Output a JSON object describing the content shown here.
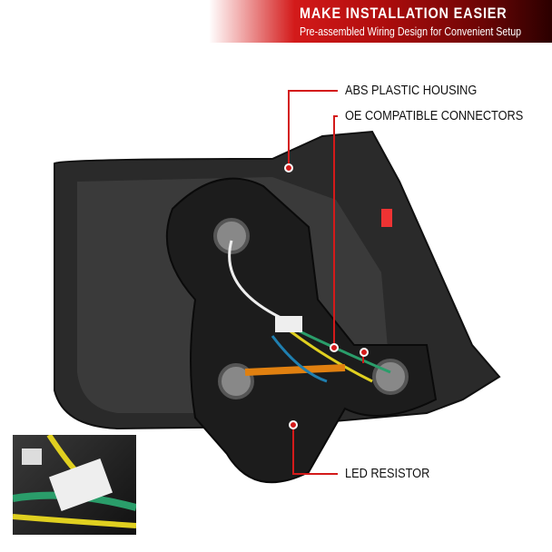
{
  "banner": {
    "title": "MAKE INSTALLATION EASIER",
    "subtitle": "Pre-assembled Wiring Design for Convenient Setup"
  },
  "callouts": [
    {
      "label": "ABS PLASTIC HOUSING"
    },
    {
      "label": "OE COMPATIBLE CONNECTORS"
    },
    {
      "label": "LED RESISTOR"
    }
  ],
  "colors": {
    "accent": "#d31a1a",
    "housing": "#222222"
  }
}
